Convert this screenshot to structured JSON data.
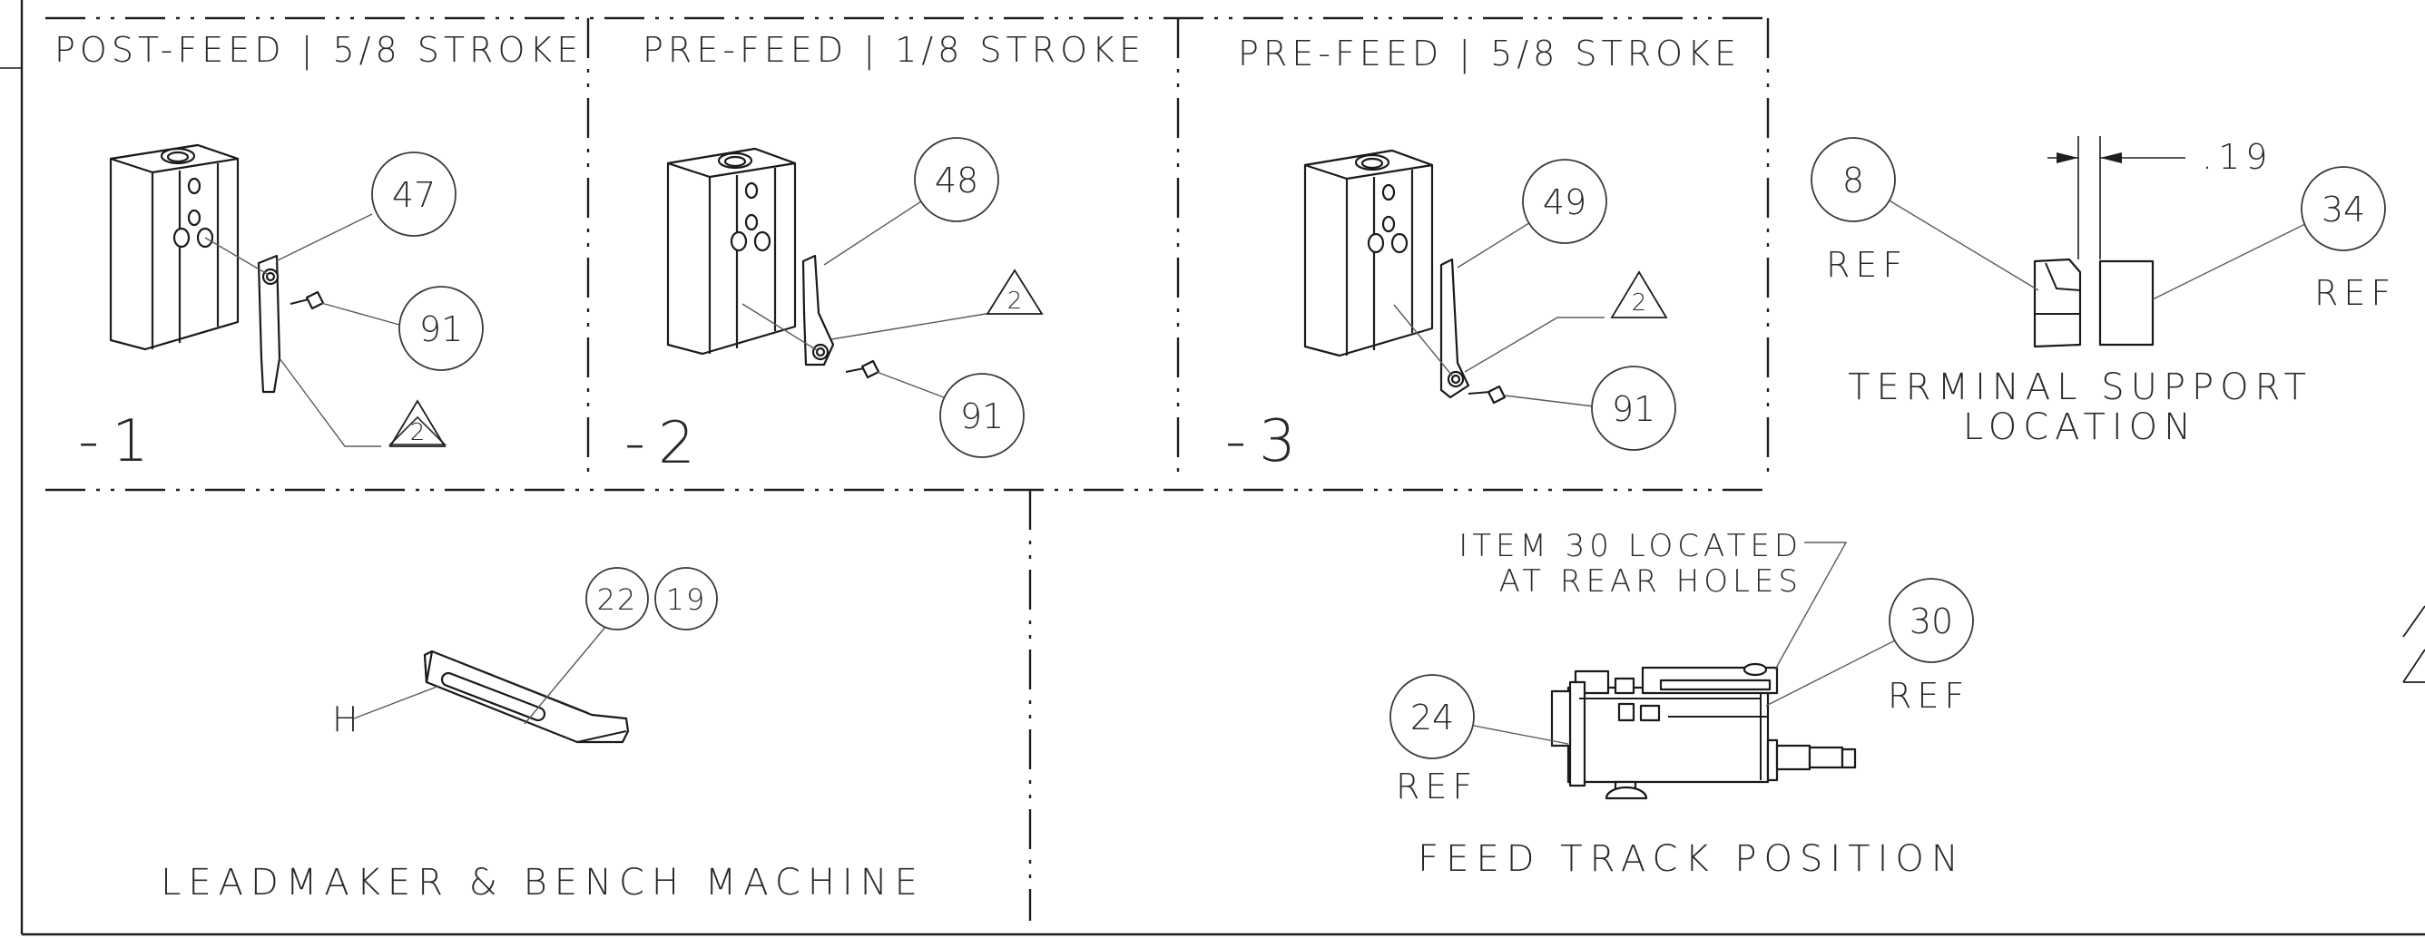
{
  "views": {
    "post_feed_title": "POST-FEED | 5/8 STROKE",
    "pre_feed_1_8_title": "PRE-FEED | 1/8 STROKE",
    "pre_feed_5_8_title": "PRE-FEED | 5/8 STROKE",
    "dash_1": "-1",
    "dash_2": "-2",
    "dash_3": "-3",
    "balloon_47": "47",
    "balloon_48": "48",
    "balloon_49": "49",
    "balloon_91": "91",
    "note_flag": "2"
  },
  "terminal_support": {
    "balloon_8": "8",
    "balloon_34": "34",
    "ref_label": "REF",
    "dimension": ".19",
    "caption_line1": "TERMINAL SUPPORT",
    "caption_line2": "LOCATION"
  },
  "leadmaker": {
    "balloon_22": "22",
    "balloon_19": "19",
    "callout_h": "H",
    "caption": "LEADMAKER & BENCH MACHINE"
  },
  "feed_track": {
    "note_line1": "ITEM 30 LOCATED",
    "note_line2": "AT REAR HOLES",
    "balloon_30": "30",
    "balloon_24": "24",
    "ref_label": "REF",
    "caption": "FEED TRACK POSITION"
  }
}
